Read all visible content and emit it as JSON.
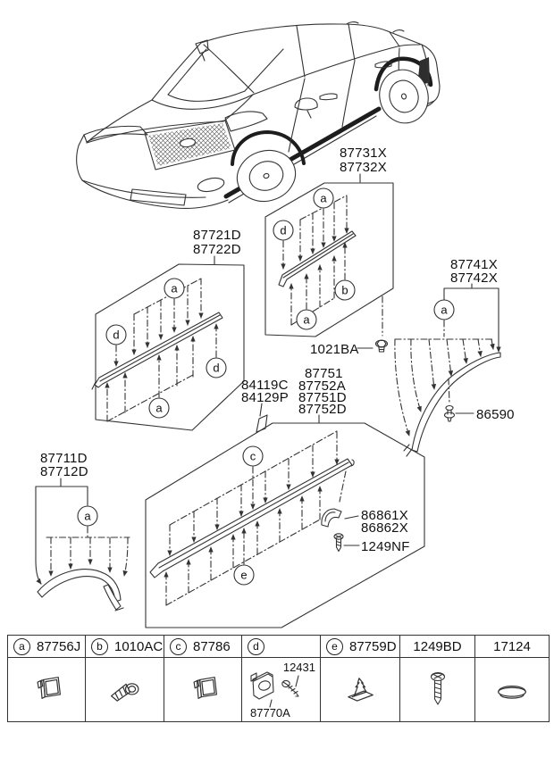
{
  "diagram": {
    "markers": {
      "a": "a",
      "b": "b",
      "c": "c",
      "d": "d",
      "e": "e"
    },
    "callouts": {
      "rear_door_molding": {
        "line1": "87731X",
        "line2": "87732X"
      },
      "front_door_molding": {
        "line1": "87721D",
        "line2": "87722D"
      },
      "rear_quarter_molding": {
        "line1": "87741X",
        "line2": "87742X"
      },
      "front_fender_molding": {
        "line1": "87711D",
        "line2": "87712D"
      },
      "molding_tape": {
        "line1": "84119C",
        "line2": "84129P"
      },
      "side_sill_molding": {
        "line1": "87751",
        "line2": "87752A",
        "line3": "87751D",
        "line4": "87752D"
      },
      "bolt": "1021BA",
      "clip": "86590",
      "end_bracket": {
        "line1": "86861X",
        "line2": "86862X"
      },
      "tapping_screw": "1249NF"
    }
  },
  "legend": {
    "cells": [
      {
        "marker": "a",
        "part": "87756J"
      },
      {
        "marker": "b",
        "part": "1010AC"
      },
      {
        "marker": "c",
        "part": "87786"
      },
      {
        "marker": "d",
        "part": "",
        "screw_label": "12431",
        "grommet_label": "87770A"
      },
      {
        "marker": "e",
        "part": "87759D"
      },
      {
        "marker": "",
        "part": "1249BD"
      },
      {
        "marker": "",
        "part": "17124"
      }
    ]
  }
}
